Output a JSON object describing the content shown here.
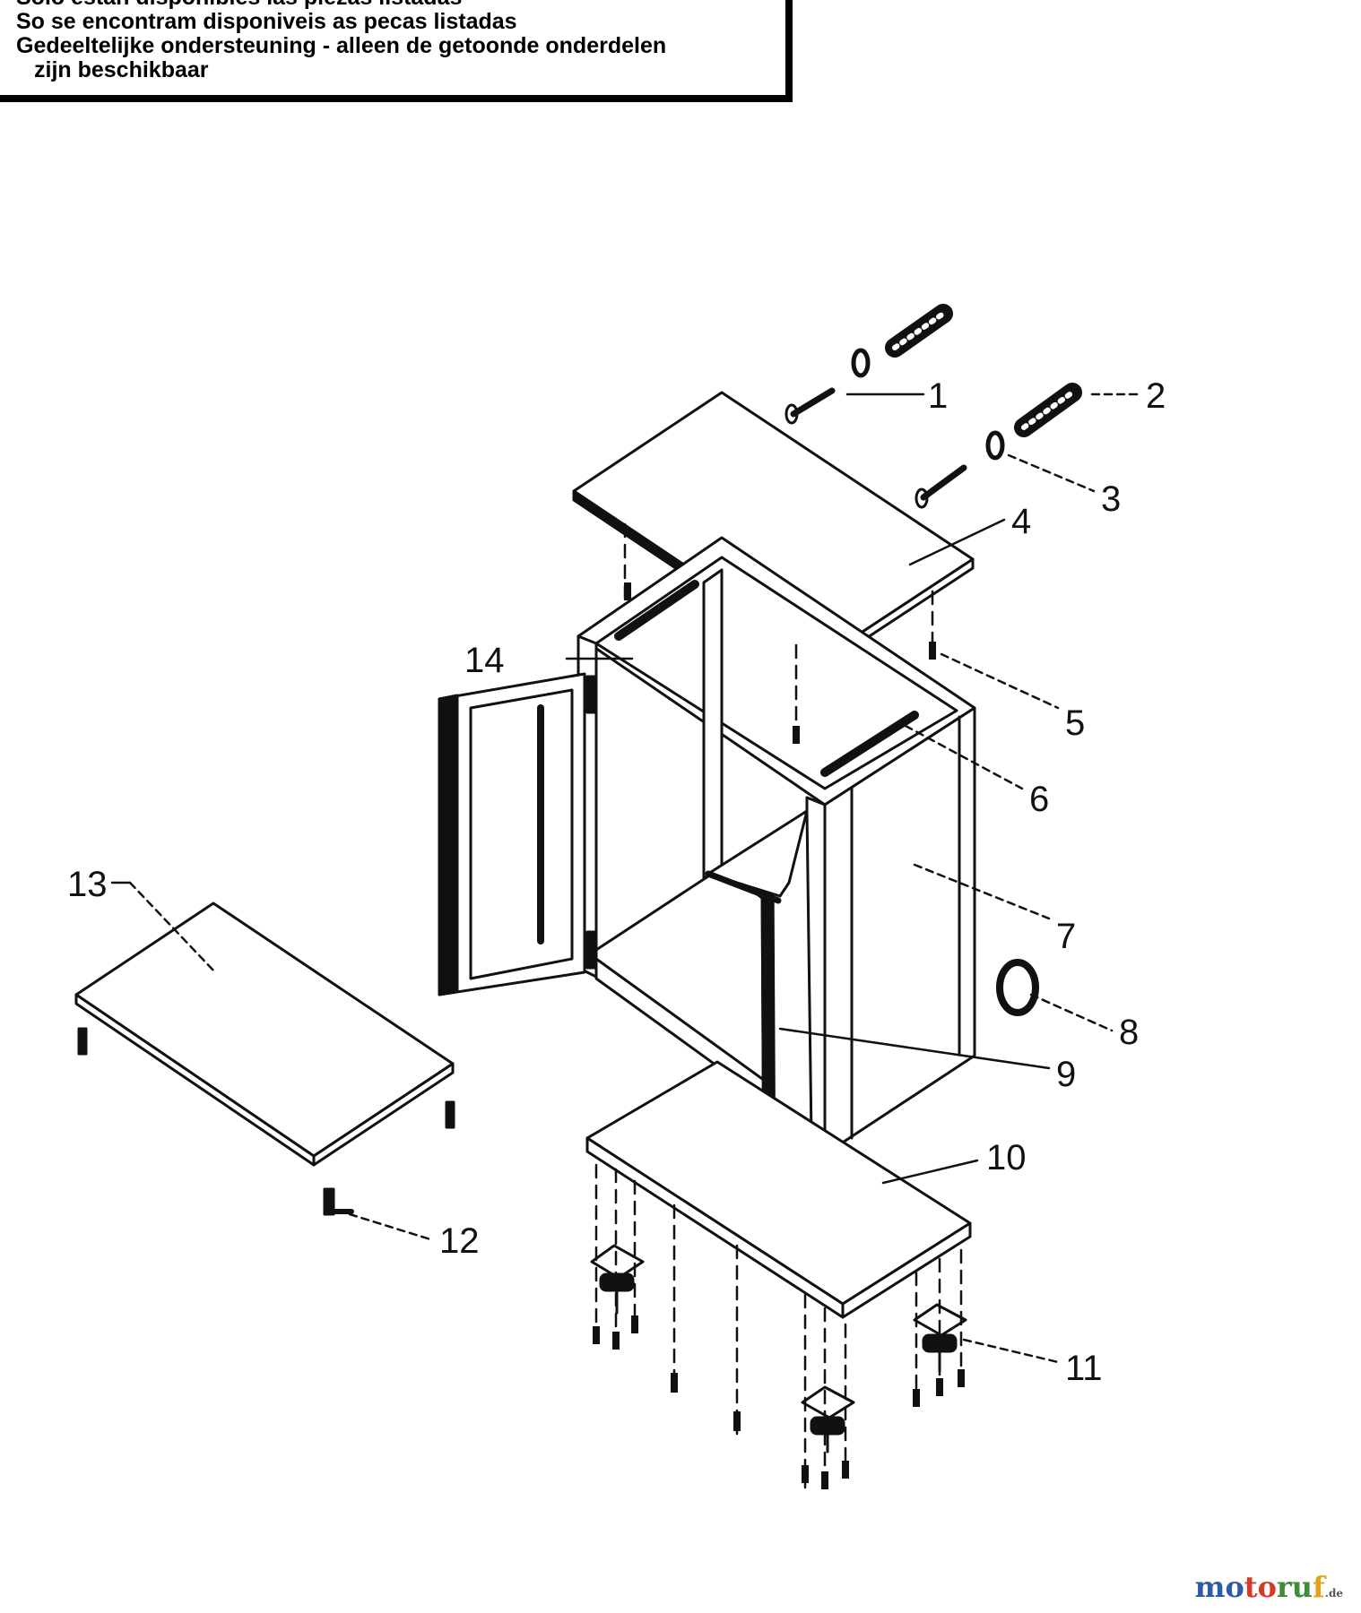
{
  "notice": {
    "lines": [
      "Solo estan disponibles las piezas listadas",
      "So se encontram disponiveis as pecas listadas",
      "Gedeeltelijke ondersteuning - alleen de getoonde onderdelen",
      "zijn beschikbaar"
    ]
  },
  "callouts": [
    "1",
    "2",
    "3",
    "4",
    "5",
    "6",
    "7",
    "8",
    "9",
    "10",
    "11",
    "12",
    "13",
    "14"
  ],
  "watermark": {
    "parts": [
      "mo",
      "to",
      "ru",
      "f"
    ],
    "suffix": ".de",
    "colors": [
      "#2e5aa8",
      "#d23a2a",
      "#3d8d3b",
      "#e7a019"
    ]
  }
}
